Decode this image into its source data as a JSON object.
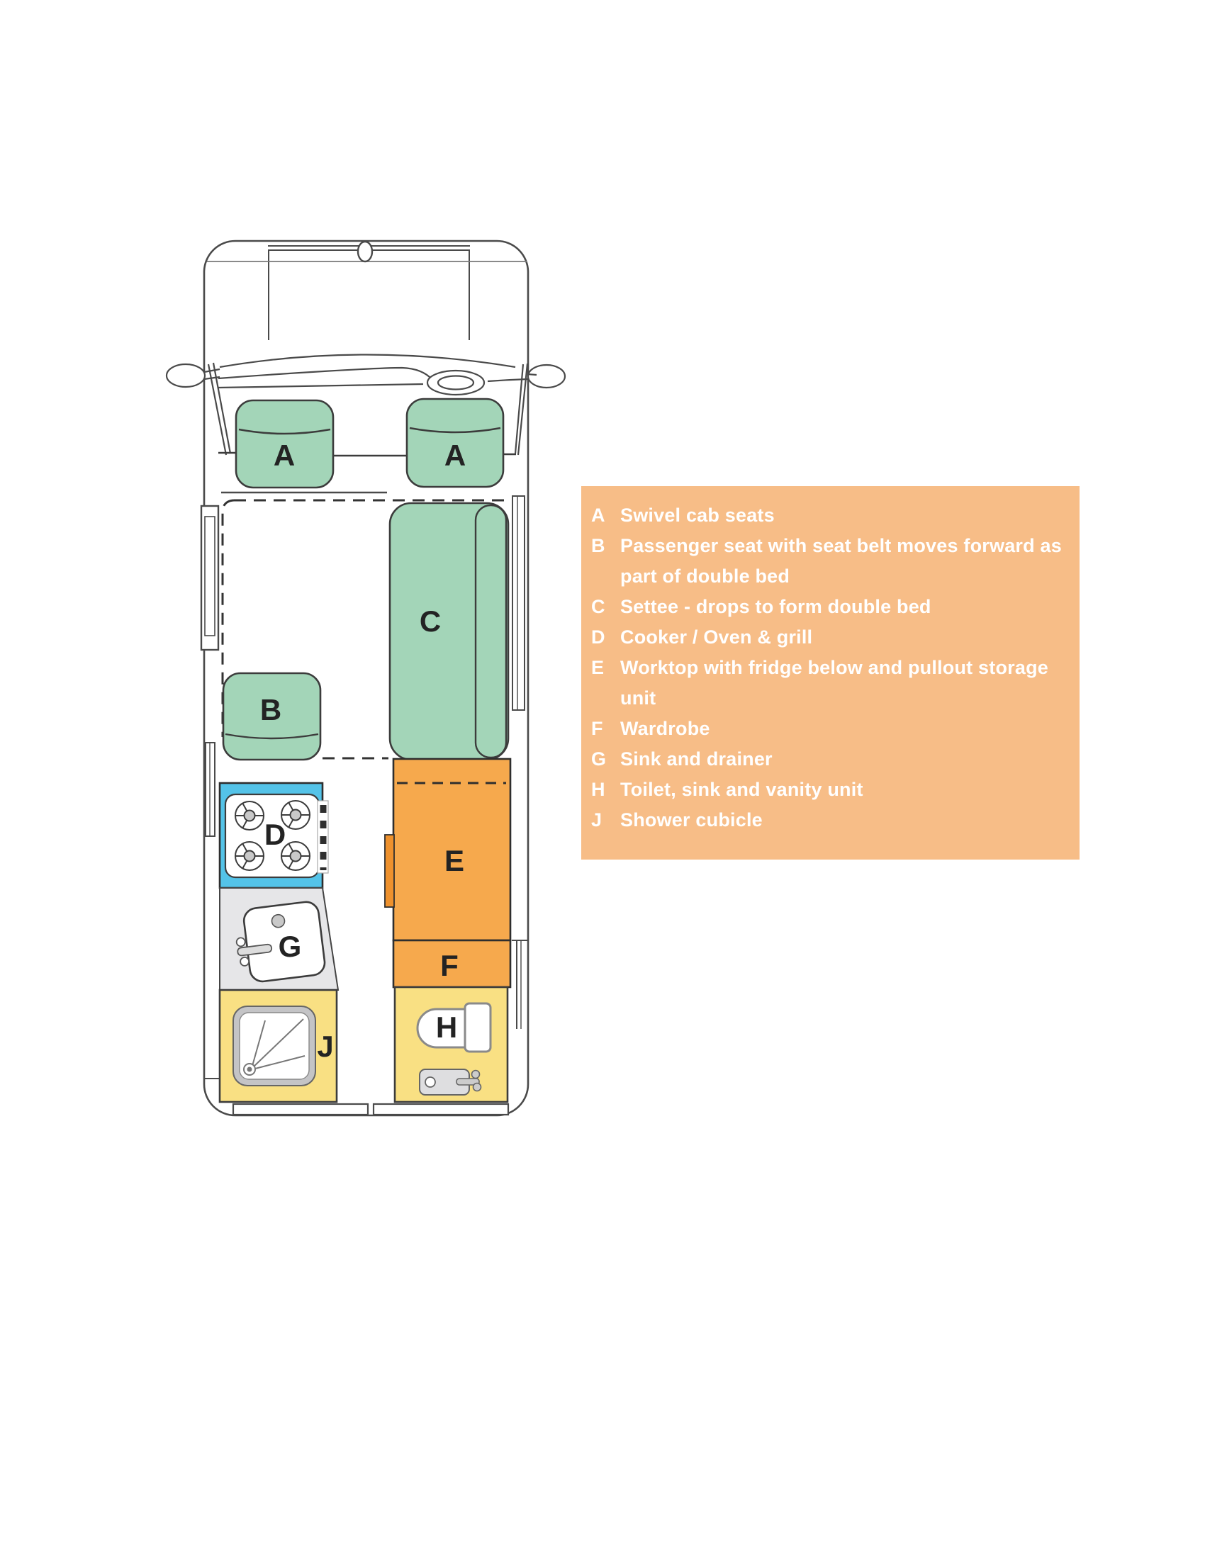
{
  "colors": {
    "legend_bg": "#F7BD87",
    "seat_green": "#A3D5B8",
    "unit_orange": "#F6A94D",
    "tab_orange": "#EE912D",
    "wet_yellow": "#F9E083",
    "hob_blue": "#54C3E8",
    "counter_gray": "#E6E6E8",
    "tray_gray": "#C4C4C6",
    "fixture_gray": "#DEDEE0",
    "outline": "#4A4A4A"
  },
  "legend": {
    "items": [
      {
        "letter": "A",
        "text": "Swivel cab seats"
      },
      {
        "letter": "B",
        "text": "Passenger seat with seat belt moves forward as part of double bed"
      },
      {
        "letter": "C",
        "text": "Settee - drops to form double bed"
      },
      {
        "letter": "D",
        "text": "Cooker / Oven & grill"
      },
      {
        "letter": "E",
        "text": "Worktop with fridge below and pullout storage unit"
      },
      {
        "letter": "F",
        "text": "Wardrobe"
      },
      {
        "letter": "G",
        "text": "Sink and drainer"
      },
      {
        "letter": "H",
        "text": "Toilet, sink and vanity unit"
      },
      {
        "letter": "J",
        "text": "Shower cubicle"
      }
    ]
  },
  "plan": {
    "labels": {
      "cab_seat_left": "A",
      "cab_seat_right": "A",
      "passenger_seat": "B",
      "settee": "C",
      "cooker": "D",
      "worktop": "E",
      "wardrobe": "F",
      "sink": "G",
      "toilet": "H",
      "shower": "J"
    }
  }
}
